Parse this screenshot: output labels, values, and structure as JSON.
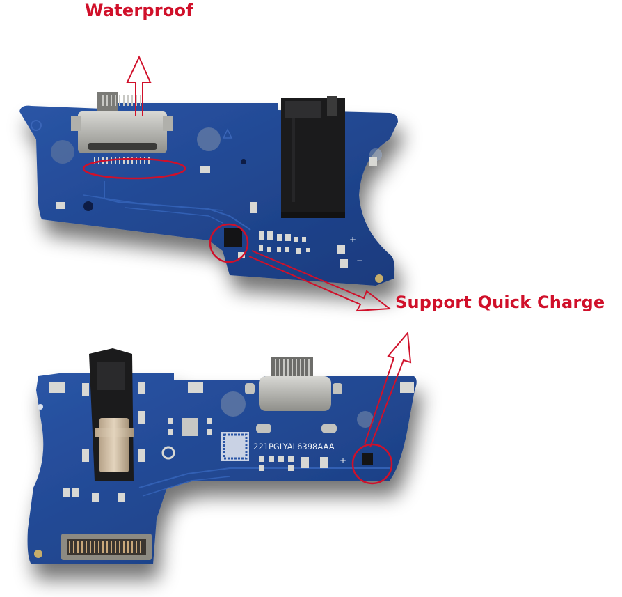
{
  "annotations": {
    "waterproof": "Waterproof",
    "quick_charge": "Support Quick Charge"
  },
  "board": {
    "silkscreen_code": "221PGLYAL6398AAA",
    "polarity_plus": "+",
    "polarity_minus": "−"
  },
  "colors": {
    "annotation_red": "#d0102a",
    "pcb_blue": "#1e3f86",
    "pcb_blue_light": "#2b56a8",
    "connector_metal": "#b9b9b4",
    "jack_black": "#1b1b1c"
  }
}
